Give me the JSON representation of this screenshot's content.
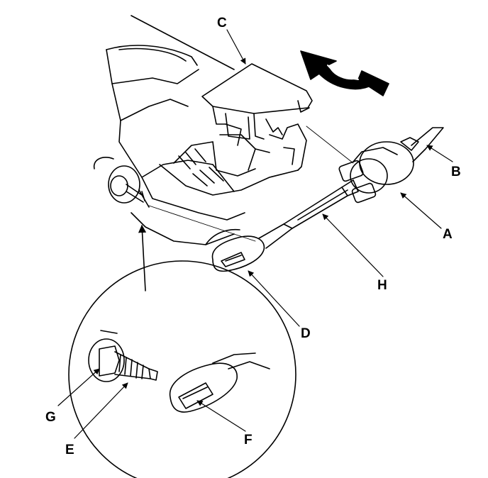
{
  "labels": {
    "A": "A",
    "B": "B",
    "C": "C",
    "D": "D",
    "E": "E",
    "F": "F",
    "G": "G",
    "H": "H"
  },
  "colors": {
    "ink": "#000000",
    "paper": "#ffffff"
  }
}
